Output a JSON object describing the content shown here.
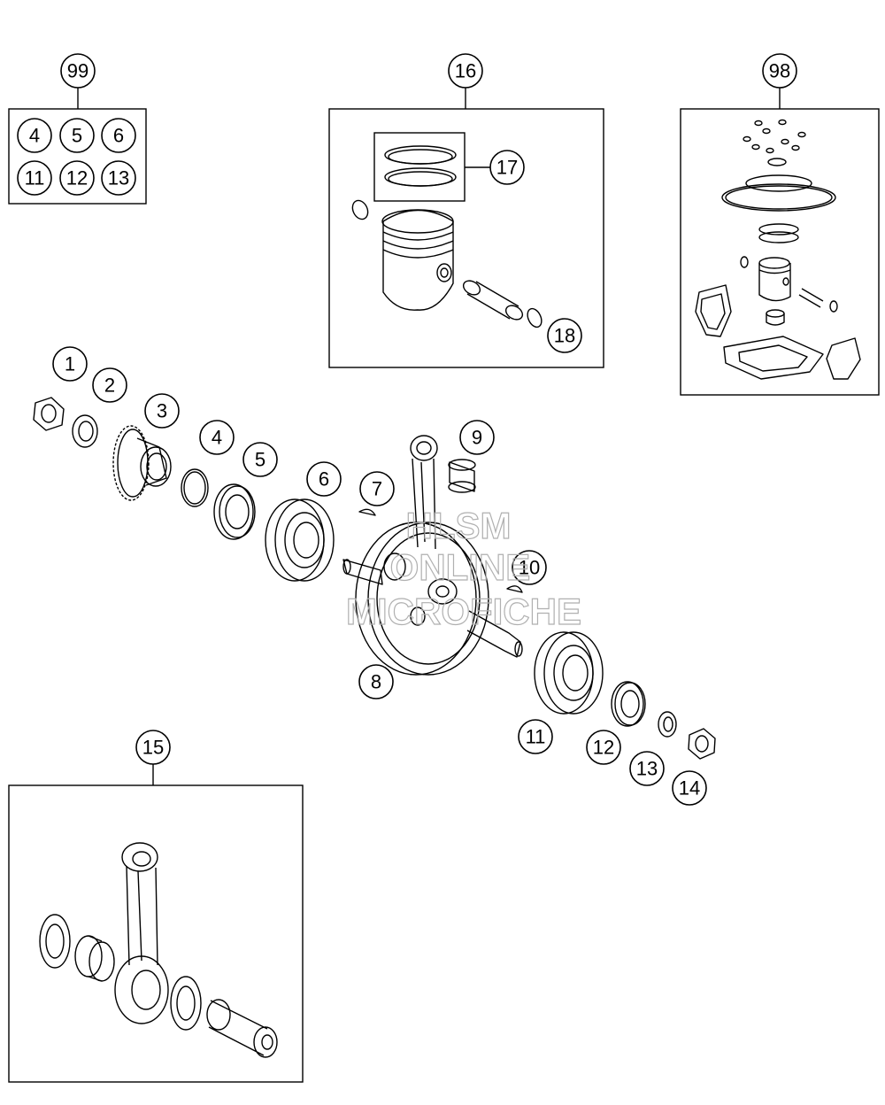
{
  "watermark": {
    "line1": "HLSM",
    "line2": "ONLINE",
    "line3": "MICROFICHE"
  },
  "kit_99": {
    "label": "99",
    "items": [
      "4",
      "5",
      "6",
      "11",
      "12",
      "13"
    ]
  },
  "kit_16": {
    "label": "16",
    "rings_label": "17",
    "pin_clip_label": "18"
  },
  "kit_98": {
    "label": "98"
  },
  "kit_15": {
    "label": "15"
  },
  "callouts": {
    "c1": "1",
    "c2": "2",
    "c3": "3",
    "c4": "4",
    "c5": "5",
    "c6": "6",
    "c7": "7",
    "c8": "8",
    "c9": "9",
    "c10": "10",
    "c11": "11",
    "c12": "12",
    "c13": "13",
    "c14": "14"
  },
  "icons": {
    "nut": "hex-nut-icon",
    "washer": "lock-washer-icon",
    "gear": "gear-icon",
    "ring": "o-ring-icon",
    "seal": "shaft-seal-icon",
    "bearing": "ball-bearing-icon",
    "key": "woodruff-key-icon",
    "crankshaft": "crankshaft-icon",
    "bushing": "needle-bearing-icon",
    "piston": "piston-icon",
    "gasket": "gasket-icon",
    "con_rod": "connecting-rod-icon"
  }
}
